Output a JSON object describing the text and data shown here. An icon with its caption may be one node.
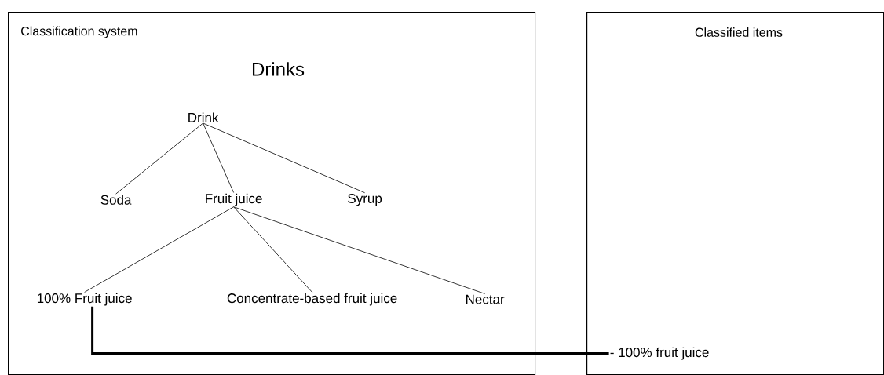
{
  "diagram": {
    "nodes": [
      {
        "text": [
          "Classification system"
        ]
      },
      {
        "text": [
          "Classified items"
        ]
      },
      {
        "text": [
          "Drink"
        ],
        "in": 0
      },
      {
        "text": [
          "Soda"
        ],
        "in": 0
      },
      {
        "text": [
          "Fruit juice"
        ],
        "in": 0
      },
      {
        "text": [
          "Syrup"
        ],
        "in": 0
      },
      {
        "text": [
          "100% Fruit juice"
        ],
        "in": 0
      },
      {
        "text": [
          "Concentrate-based fruit juice"
        ],
        "in": 0
      },
      {
        "text": [
          "Nectar"
        ],
        "in": 0
      },
      {
        "text": [
          "- 100% fruit juice"
        ],
        "in": 1
      }
    ],
    "edges": [
      {
        "from": 2,
        "to": 3,
        "arrow": "none"
      },
      {
        "from": 2,
        "to": 4,
        "arrow": "none"
      },
      {
        "from": 2,
        "to": 5,
        "arrow": "none"
      },
      {
        "from": 4,
        "to": 6,
        "arrow": "none"
      },
      {
        "from": 4,
        "to": 7,
        "arrow": "none"
      },
      {
        "from": 4,
        "to": 8,
        "arrow": "none"
      },
      {
        "from": 6,
        "to": 9,
        "arrow": "none",
        "style": "thick"
      }
    ],
    "labels": [
      "Drinks"
    ]
  }
}
